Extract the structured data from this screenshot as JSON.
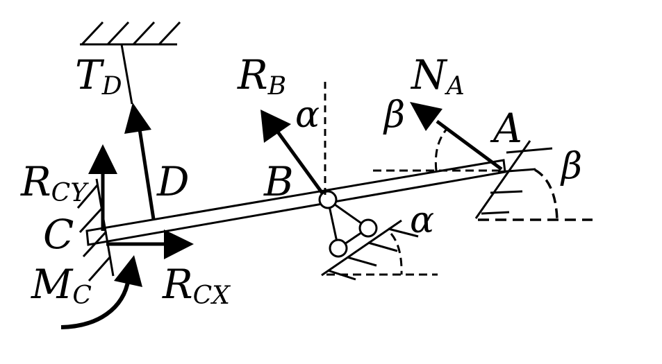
{
  "labels": {
    "T": {
      "main": "T",
      "sub": "D"
    },
    "RB": {
      "main": "R",
      "sub": "B"
    },
    "NA": {
      "main": "N",
      "sub": "A"
    },
    "RCY": {
      "main": "R",
      "sub": "CY"
    },
    "RCX": {
      "main": "R",
      "sub": "CX"
    },
    "MC": {
      "main": "M",
      "sub": "C"
    },
    "C": "C",
    "D": "D",
    "B": "B",
    "A": "A",
    "alpha_top": "α",
    "alpha_bottom": "α",
    "beta_left": "β",
    "beta_right": "β"
  }
}
